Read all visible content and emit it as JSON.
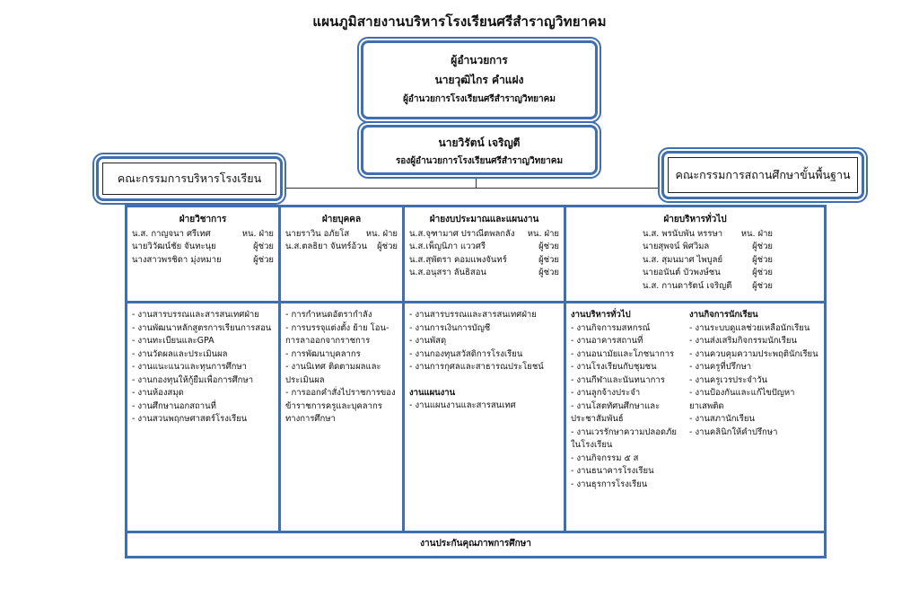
{
  "title": "แผนภูมิสายงานบริหารโรงเรียนศรีสำราญวิทยาคม",
  "director": {
    "position": "ผู้อำนวยการ",
    "name": "นายวุฒิไกร  คำแฝง",
    "title": "ผู้อำนวยการโรงเรียนศรีสำราญวิทยาคม"
  },
  "deputy": {
    "name": "นายวิรัตน์  เจริญตี",
    "title": "รองผู้อำนวยการโรงเรียนศรีสำราญวิทยาคม"
  },
  "committee_left": "คณะกรรมการบริหารโรงเรียน",
  "committee_right": "คณะกรรมการสถานศึกษาขั้นพื้นฐาน",
  "departments": [
    {
      "name": "ฝ่ายวิชาการ",
      "staff": [
        {
          "name": "น.ส. กาญจนา  ศรีเทศ",
          "role": "หน. ฝ่าย"
        },
        {
          "name": "นายวิวัฒน์ชัย  จันทะนุย",
          "role": "ผู้ช่วย"
        },
        {
          "name": "นางสาวพรชิดา  มุ่งหมาย",
          "role": "ผู้ช่วย"
        }
      ],
      "tasks": [
        "-  งานสารบรรณและสารสนเทศฝ่าย",
        "-  งานพัฒนาหลักสูตรการเรียนการสอน",
        "-  งานทะเบียนและGPA",
        "-  งานวัดผลและประเมินผล",
        "-  งานแนะแนวและทุนการศึกษา",
        "-  งานกองทุนให้กู้ยืมเพื่อการศึกษา",
        "-  งานห้องสมุด",
        "-  งานศึกษานอกสถานที่",
        "-  งานสวนพฤกษศาสตร์โรงเรียน"
      ]
    },
    {
      "name": "ฝ่ายบุคคล",
      "staff": [
        {
          "name": "นายราวิน  อภัยโส",
          "role": "หน. ฝ่าย"
        },
        {
          "name": "น.ส.ตลธิยา  จันทร์อ้วน",
          "role": "ผู้ช่วย"
        }
      ],
      "tasks": [
        "- การกำหนดอัตรากำลัง",
        "-  การบรรจุแต่งตั้ง ย้าย โอน-",
        "การลาออกจากราชการ",
        "-  การพัฒนาบุคลากร",
        "-  งานนิเทศ ติดตามผลและ",
        "ประเมินผล",
        "-  การออกคำสั่งไปราชการของ",
        "ข้าราชการครูและบุคลากร",
        "ทางการศึกษา"
      ]
    },
    {
      "name": "ฝ่ายงบประมาณและแผนงาน",
      "staff": [
        {
          "name": "น.ส.จุฑามาศ ปราณีตพลกลัง",
          "role": "หน. ฝ่าย"
        },
        {
          "name": "น.ส.เพ็ญนิภา  แววศรี",
          "role": "ผู้ช่วย"
        },
        {
          "name": "น.ส.สุพัตรา  คอมแพงจันทร์",
          "role": "ผู้ช่วย"
        },
        {
          "name": "น.ส.อนุสรา  ลันธิสอน",
          "role": "ผู้ช่วย"
        }
      ],
      "tasks": [
        "-  งานสารบรรณและสารสนเทศฝ่าย",
        "-  งานการเงินการบัญชี",
        "-  งานพัสดุ",
        "-  งานกองทุนสวัสดิการโรงเรียน",
        "-  งานการกุศลและสาธารณประโยชน์"
      ],
      "sub_title": "งานแผนงาน",
      "sub_tasks": [
        "-  งานแผนงานและสารสนเทศ"
      ]
    },
    {
      "name": "ฝ่ายบริหารทั่วไป",
      "staff": [
        {
          "name": "น.ส. พรนับพัน  หรรษา",
          "role": "หน. ฝ่าย"
        },
        {
          "name": "นายสุพจน์  พิศวิมล",
          "role": "ผู้ช่วย"
        },
        {
          "name": "น.ส. สุมนมาศ  ไพบูลย์",
          "role": "ผู้ช่วย"
        },
        {
          "name": "นายอนันต์  บัวพงษ์ชน",
          "role": "ผู้ช่วย"
        },
        {
          "name": "น.ส. กานดารัตน์  เจริญตี",
          "role": "ผู้ช่วย"
        }
      ],
      "col_a_title": "งานบริหารทั่วไป",
      "col_a_tasks": [
        "-  งานกิจการมสหกรณ์",
        "-  งานอาคารสถานที่",
        "-  งานอนามัยและโภชนาการ",
        "-  งานโรงเรียนกับชุมชน",
        "-  งานกีฬาและนันทนาการ",
        "-  งานลูกจ้างประจำ",
        "-  งานโสตทัศนศึกษาและ",
        "ประชาสัมพันธ์",
        "-  งานเวรรักษาความปลอดภัย",
        "ในโรงเรียน",
        "-  งานกิจกรรม ๕ ส",
        "-  งานธนาคารโรงเรียน",
        "-  งานธุรการโรงเรียน"
      ],
      "col_b_title": "งานกิจการนักเรียน",
      "col_b_tasks": [
        "-  งานระบบดูแลช่วยเหลือนักเรียน",
        "-  งานส่งเสริมกิจกรรมนักเรียน",
        "-  งานควบคุมความประพฤตินักเรียน",
        "-  งานครูที่ปรึกษา",
        "-  งานครูเวรประจำวัน",
        "-  งานป้องกันและแก้ไขปัญหา",
        "   ยาเสพติด",
        "-  งานสภานักเรียน",
        "-  งานคลินิกให้คำปรึกษา"
      ]
    }
  ],
  "quality_assurance": "งานประกันคุณภาพการศึกษา"
}
